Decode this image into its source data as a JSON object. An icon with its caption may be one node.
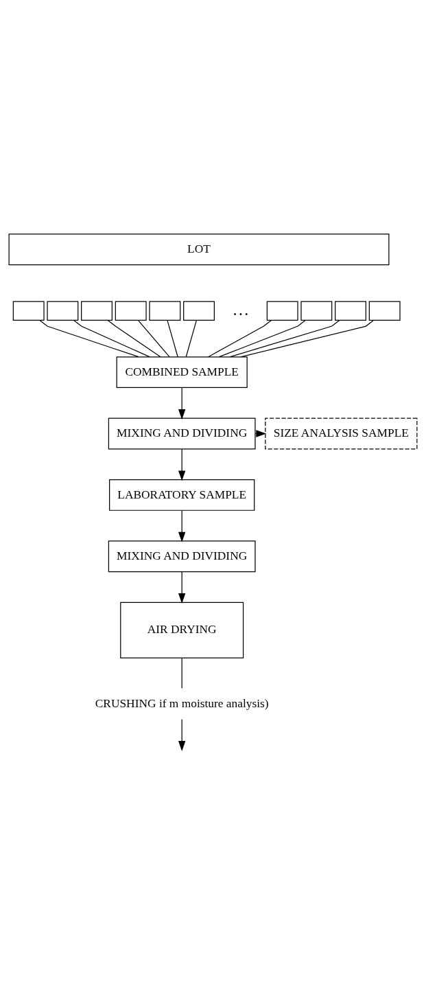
{
  "diagram": {
    "nodes": [
      {
        "text": [
          "LOT"
        ]
      },
      {
        "text": [],
        "shape": "box"
      },
      {
        "text": [],
        "shape": "box"
      },
      {
        "text": [],
        "shape": "box"
      },
      {
        "text": [],
        "shape": "box"
      },
      {
        "text": [],
        "shape": "box"
      },
      {
        "text": [],
        "shape": "box"
      },
      {
        "text": [],
        "shape": "box"
      },
      {
        "text": [],
        "shape": "box"
      },
      {
        "text": [],
        "shape": "box"
      },
      {
        "text": [],
        "shape": "box"
      },
      {
        "text": [
          "COMBINED SAMPLE"
        ]
      },
      {
        "text": [
          "MIXING AND DIVIDING"
        ]
      },
      {
        "text": [
          "SIZE ANALYSIS SAMPLE"
        ]
      },
      {
        "text": [
          "LABORATORY SAMPLE"
        ]
      },
      {
        "text": [
          "MIXING AND DIVIDING"
        ]
      },
      {
        "text": [
          "AIR DRYING"
        ]
      },
      {
        "text": [
          "CRUSHING if m moisture analysis)"
        ]
      }
    ],
    "edges": [
      {
        "from": 1,
        "to": 11,
        "arrow": "none"
      },
      {
        "from": 2,
        "to": 11,
        "arrow": "none"
      },
      {
        "from": 3,
        "to": 11,
        "arrow": "none"
      },
      {
        "from": 4,
        "to": 11,
        "arrow": "none"
      },
      {
        "from": 5,
        "to": 11,
        "arrow": "none"
      },
      {
        "from": 6,
        "to": 11,
        "arrow": "none"
      },
      {
        "from": 7,
        "to": 11,
        "arrow": "none"
      },
      {
        "from": 8,
        "to": 11,
        "arrow": "none"
      },
      {
        "from": 9,
        "to": 11,
        "arrow": "none"
      },
      {
        "from": 10,
        "to": 11,
        "arrow": "none"
      },
      {
        "from": 11,
        "to": 12,
        "arrow": "to"
      },
      {
        "from": 12,
        "to": 13,
        "arrow": "to"
      },
      {
        "from": 12,
        "to": 14,
        "arrow": "to"
      },
      {
        "from": 14,
        "to": 15,
        "arrow": "to"
      },
      {
        "from": 15,
        "to": 16,
        "arrow": "to"
      },
      {
        "from": 16,
        "to": 17,
        "arrow": "none"
      },
      {
        "from": 17,
        "to": null,
        "arrow": "to"
      }
    ],
    "labels": [
      "…"
    ]
  }
}
